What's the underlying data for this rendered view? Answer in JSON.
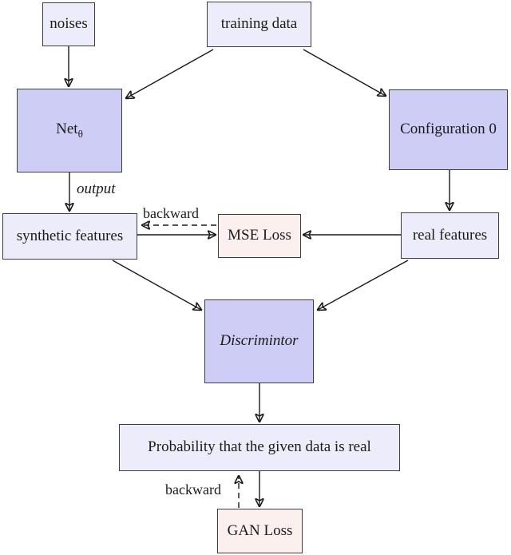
{
  "diagram": {
    "title": "GAN training architecture flowchart",
    "nodes": {
      "noises": {
        "label": "noises"
      },
      "training_data": {
        "label": "training data"
      },
      "net": {
        "label_main": "Net",
        "label_sub": "θ"
      },
      "configuration0": {
        "label": "Configuration 0"
      },
      "synthetic_features": {
        "label": "synthetic features"
      },
      "mse_loss": {
        "label": "MSE Loss"
      },
      "real_features": {
        "label": "real features"
      },
      "discriminator": {
        "label": "Discrimintor"
      },
      "probability": {
        "label": "Probability that the given data is real"
      },
      "gan_loss": {
        "label": "GAN Loss"
      }
    },
    "edge_labels": {
      "output": "output",
      "backward_mse": "backward",
      "backward_gan": "backward"
    },
    "colors": {
      "node_light": "#ECECFA",
      "node_purple": "#CDCDF6",
      "node_pink": "#FCF0EF",
      "border": "#3d3d3d",
      "arrow": "#1a1a1a"
    }
  }
}
